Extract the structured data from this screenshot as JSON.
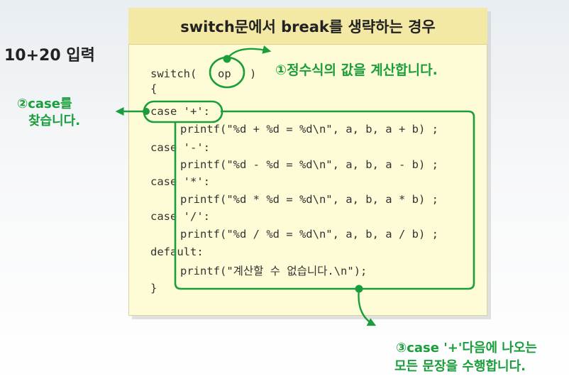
{
  "title": "switch문에서 break를 생략하는 경우",
  "input_label": "10+20 입력",
  "code": {
    "switch_kw": "switch(",
    "switch_var": "op",
    "switch_close": ")",
    "open_brace": "{",
    "case_plus": "case '+':",
    "printf_plus": "printf(\"%d + %d = %d\\n\", a, b, a + b) ;",
    "case_minus": "case '-':",
    "printf_minus": "printf(\"%d - %d = %d\\n\", a, b, a - b) ;",
    "case_mul": "case '*':",
    "printf_mul": "printf(\"%d * %d = %d\\n\", a, b, a * b) ;",
    "case_div": "case '/':",
    "printf_div": "printf(\"%d / %d = %d\\n\", a, b, a / b) ;",
    "default_kw": "default:",
    "printf_default": "printf(\"계산할 수 없습니다.\\n\");",
    "close_brace": "}"
  },
  "annotations": {
    "step1": "①정수식의 값을 계산합니다.",
    "step2_line1": "②case를",
    "step2_line2": "찾습니다.",
    "step3_line1": "③case '+'다음에 나오는",
    "step3_line2": "모든 문장을 수행합니다."
  },
  "colors": {
    "accent": "#1a9e3c",
    "card": "#fefcd6",
    "title_bar": "#f3e8a4"
  }
}
